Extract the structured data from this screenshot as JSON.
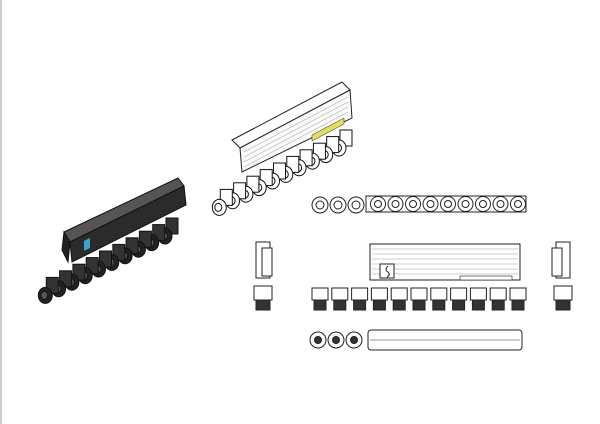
{
  "drawing": {
    "line_color": "#222222",
    "dark_body_color": "#2b2b2b",
    "accent_color": "#3aa7c9",
    "label_color": "#e0e060",
    "connectors_per_unit": 10,
    "front_view_connectors": 11,
    "top_view_loose_connectors": 3,
    "top_view_attached_connectors": 9,
    "bottom_view_loose_connectors": 3
  }
}
